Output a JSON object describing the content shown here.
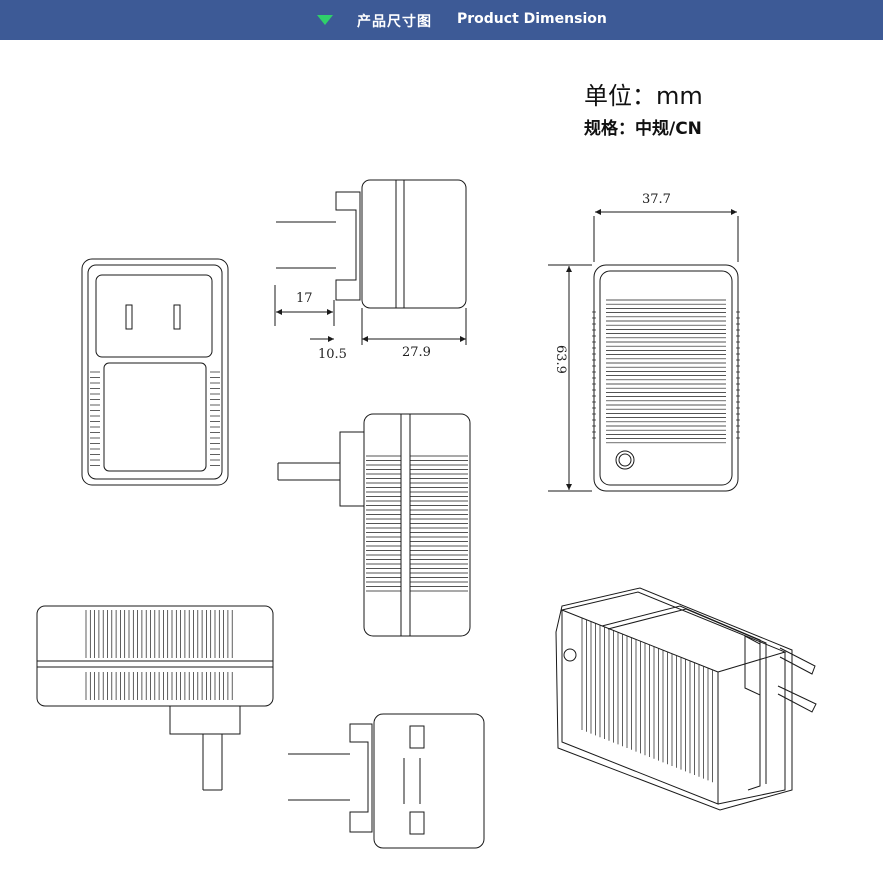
{
  "header": {
    "title_cn": "产品尺寸图",
    "title_en": "Product Dimension"
  },
  "unit_label": "单位：mm",
  "spec_label": "规格：中规/CN",
  "dimensions": {
    "prong_length": "17",
    "base_depth": "10.5",
    "body_depth": "27.9",
    "width": "37.7",
    "height": "63.9"
  },
  "colors": {
    "header_bg": "#3d5a96",
    "header_text": "#ffffff",
    "arrow_accent": "#2fd06a",
    "line": "#1a1a1a"
  },
  "icons": [
    "triangle-down-icon"
  ]
}
